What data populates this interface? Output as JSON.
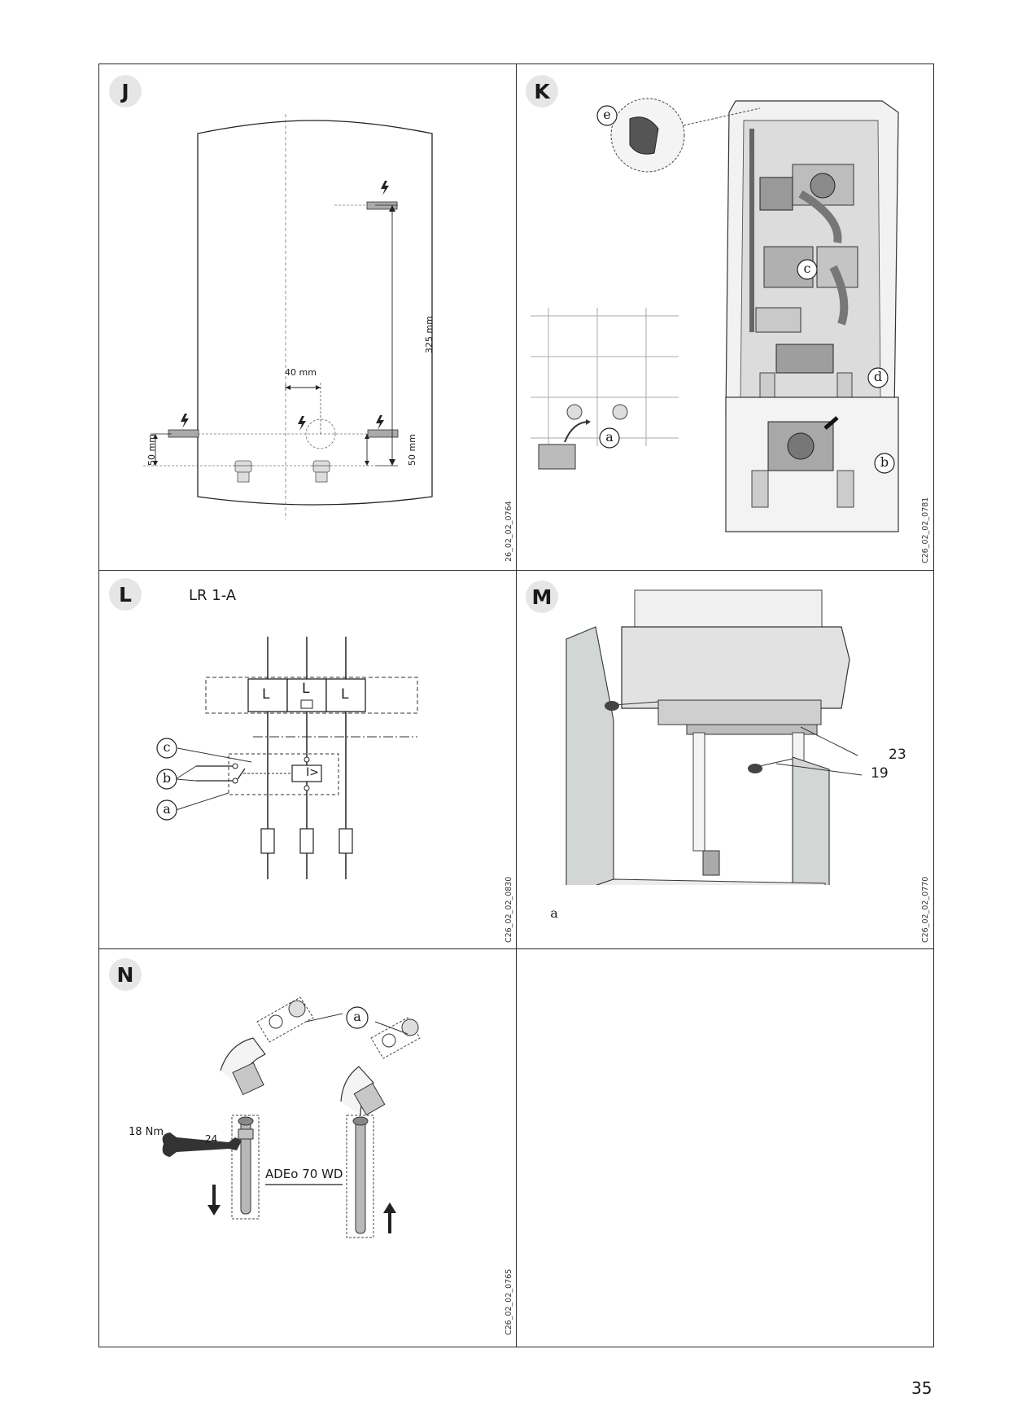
{
  "panels": {
    "J": {
      "letter": "J",
      "code": "26_02_02_0764",
      "dim_vertical": "325 mm",
      "dim_horizontal": "40 mm",
      "dim_left": "50 mm",
      "dim_right": "50 mm"
    },
    "K": {
      "letter": "K",
      "code": "C26_02_02_0781",
      "callouts": [
        "e",
        "c",
        "d",
        "a",
        "b"
      ]
    },
    "L": {
      "letter": "L",
      "code": "C26_02_02_0830",
      "title": "LR 1-A",
      "box_labels": [
        "L",
        "L",
        "L"
      ],
      "breaker_symbol": "I>",
      "callouts": [
        "c",
        "b",
        "a"
      ]
    },
    "M": {
      "letter": "M",
      "code": "C26_02_02_0770",
      "part_numbers": [
        "23",
        "19"
      ],
      "callout": "a"
    },
    "N": {
      "letter": "N",
      "code": "C26_02_02_0765",
      "torque": "18 Nm",
      "wrench_size": "24",
      "product": "ADEo 70 WD",
      "callout": "a"
    }
  },
  "page_number": "35"
}
